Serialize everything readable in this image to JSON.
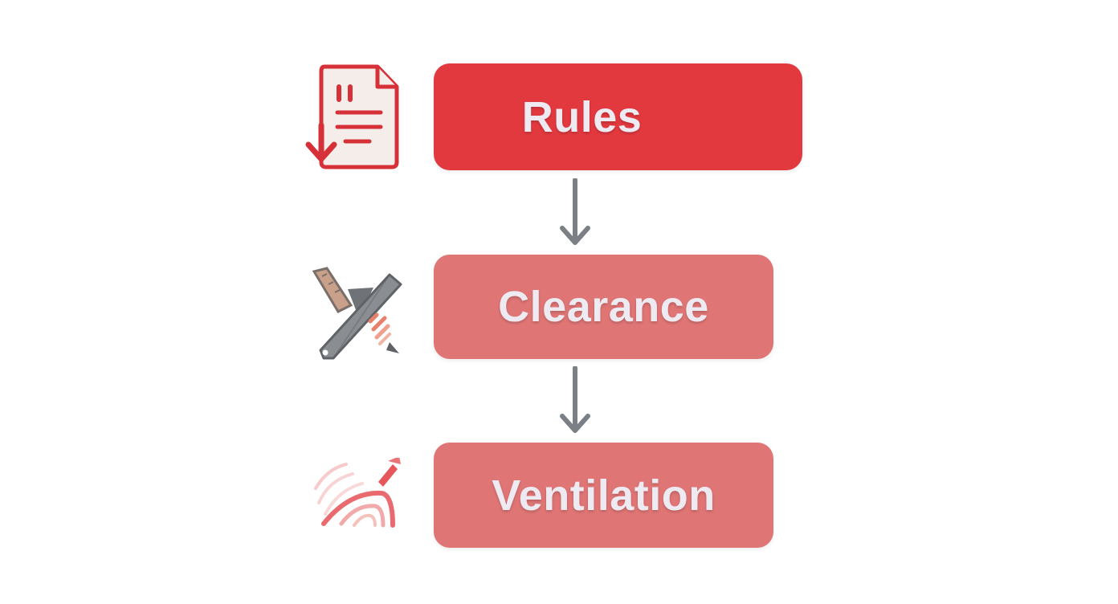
{
  "steps": [
    {
      "id": "rules",
      "label": "Rules",
      "icon": "document-download-icon",
      "color": "#e2393f"
    },
    {
      "id": "clearance",
      "label": "Clearance",
      "icon": "ruler-pencil-icon",
      "color": "#e07575"
    },
    {
      "id": "ventilation",
      "label": "Ventilation",
      "icon": "airflow-waves-icon",
      "color": "#e07575"
    }
  ],
  "connector_color": "#7b7f86"
}
